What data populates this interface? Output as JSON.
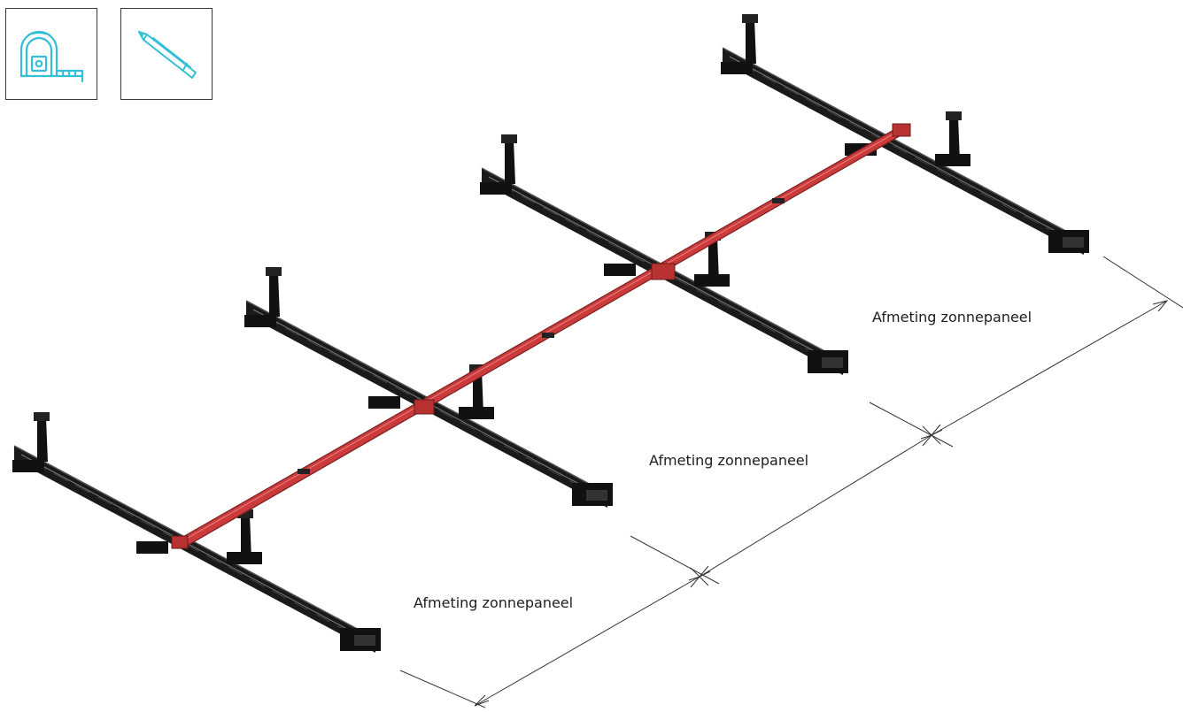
{
  "toolbar": {
    "measure_icon": "tape-measure-icon",
    "draw_icon": "pencil-icon",
    "icon_color": "#33bfd8"
  },
  "diagram": {
    "rail_color": "#1a1a1a",
    "connector_color": "#cc3b3b",
    "dimension_labels": [
      "Afmeting zonnepaneel",
      "Afmeting zonnepaneel",
      "Afmeting zonnepaneel"
    ]
  }
}
